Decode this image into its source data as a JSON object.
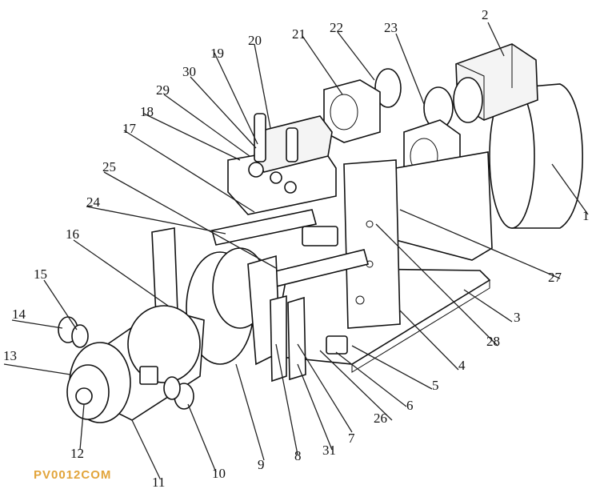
{
  "diagram": {
    "labels": [
      "1",
      "2",
      "3",
      "4",
      "5",
      "6",
      "7",
      "8",
      "9",
      "10",
      "11",
      "12",
      "13",
      "14",
      "15",
      "16",
      "17",
      "18",
      "19",
      "20",
      "21",
      "22",
      "23",
      "24",
      "25",
      "26",
      "27",
      "28",
      "29",
      "30",
      "31"
    ]
  },
  "watermark": "PV0012COM"
}
